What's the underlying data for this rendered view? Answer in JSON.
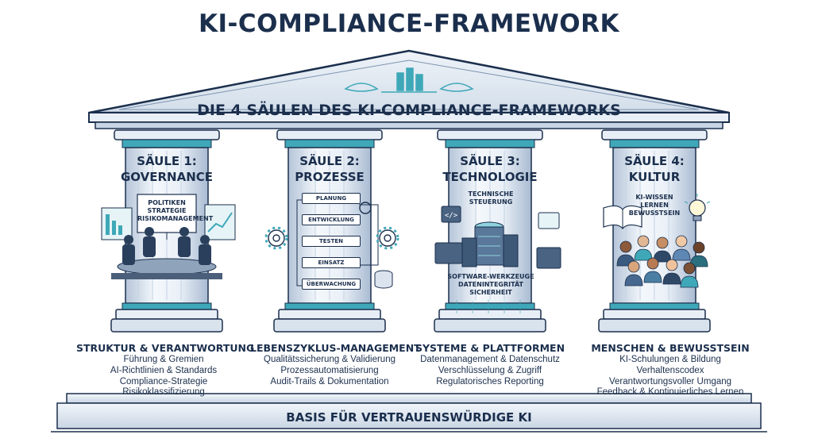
{
  "title": "KI-COMPLIANCE-FRAMEWORK",
  "pediment_title": "DIE 4 SÄULEN DES KI-COMPLIANCE-FRAMEWORKS",
  "pillars": [
    {
      "heading": "SÄULE 1: GOVERNANCE",
      "heading_line1": "SÄULE 1:",
      "heading_line2": "GOVERNANCE",
      "board": [
        "POLITIKEN",
        "STRATEGIE",
        "RISIKOMANAGEMENT"
      ],
      "column_title": "STRUKTUR & VERANTWORTUNG",
      "items": [
        "Führung & Gremien",
        "AI-Richtlinien & Standards",
        "Compliance-Strategie",
        "Risikoklassifizierung"
      ]
    },
    {
      "heading_line1": "SÄULE 2:",
      "heading_line2": "PROZESSE",
      "flow": [
        "PLANUNG",
        "ENTWICKLUNG",
        "TESTEN",
        "EINSATZ",
        "ÜBERWACHUNG"
      ],
      "column_title": "LEBENSZYKLUS-MANAGEMENT",
      "items": [
        "Qualitätssicherung & Validierung",
        "Prozessautomatisierung",
        "Audit-Trails & Dokumentation"
      ]
    },
    {
      "heading_line1": "SÄULE 3:",
      "heading_line2": "TECHNOLOGIE",
      "top_label": [
        "TECHNISCHE",
        "STEUERUNG"
      ],
      "bottom_label": [
        "SOFTWARE-WERKZEUGE",
        "DATENINTEGRITÄT",
        "SICHERHEIT"
      ],
      "column_title": "SYSTEME & PLATTFORMEN",
      "items": [
        "Datenmanagement & Datenschutz",
        "Verschlüsselung & Zugriff",
        "Regulatorisches Reporting"
      ]
    },
    {
      "heading_line1": "SÄULE 4:",
      "heading_line2": "KULTUR",
      "top_label": [
        "KI-WISSEN",
        "LERNEN",
        "BEWUSSTSEIN"
      ],
      "column_title": "MENSCHEN & BEWUSSTSEIN",
      "items": [
        "KI-Schulungen & Bildung",
        "Verhaltenscodex",
        "Verantwortungsvoller Umgang",
        "Feedback & Kontinuierliches Lernen"
      ]
    }
  ],
  "basis": "BASIS FÜR VERTRAUENSWÜRDIGE KI",
  "colors": {
    "navy": "#1b2f4d",
    "teal": "#3fa8b8",
    "stone": "#dde6f0",
    "stone_shadow": "#b9c8da"
  }
}
